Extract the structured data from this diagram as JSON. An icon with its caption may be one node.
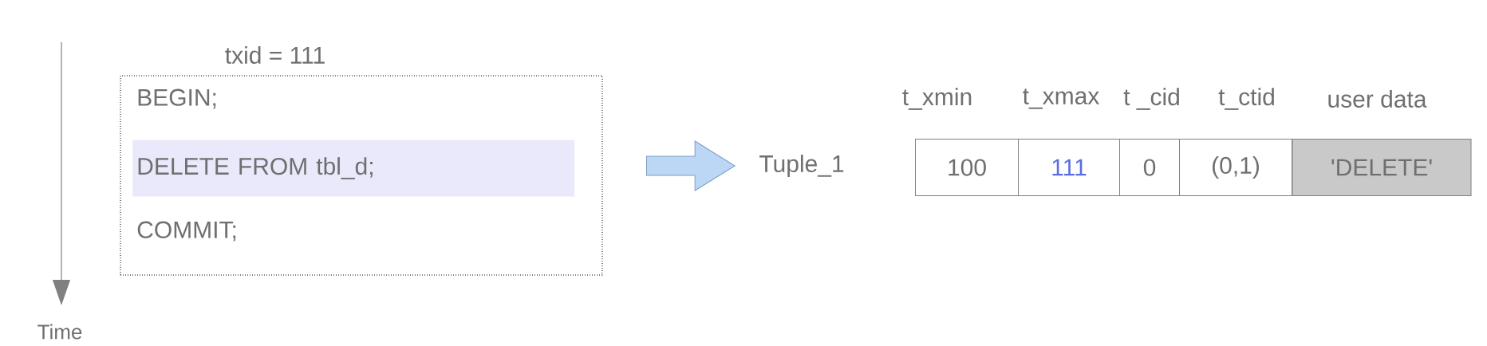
{
  "diagram": {
    "nodes": [
      {
        "text": [
          "txid = 111",
          "BEGIN;",
          "COMMIT;"
        ]
      },
      {
        "text": [
          "DELETE FROM tbl_d;"
        ],
        "in": 0
      },
      {
        "text": [
          "Tuple_1"
        ]
      },
      {
        "text": [
          "100"
        ]
      },
      {
        "text": [
          "111"
        ]
      },
      {
        "text": [
          "0"
        ]
      },
      {
        "text": [
          "(0,1)"
        ]
      },
      {
        "text": [
          "'DELETE'"
        ]
      }
    ],
    "edges": [
      {
        "from": 0,
        "to": 2,
        "arrow": "to"
      }
    ],
    "labels": [
      "Time",
      "t_xmin",
      "t_xmax",
      "t _cid",
      "t_ctid",
      "user data"
    ]
  }
}
